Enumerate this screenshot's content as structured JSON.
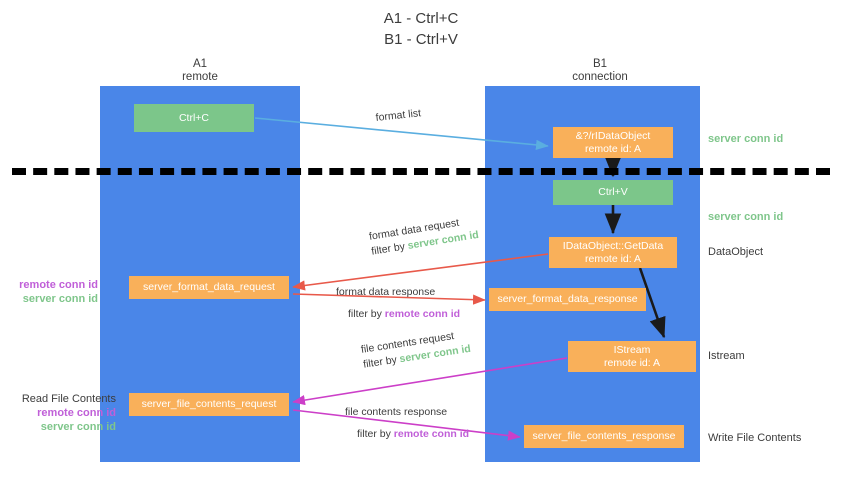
{
  "title": {
    "line1": "A1 - Ctrl+C",
    "line2": "B1 - Ctrl+V"
  },
  "columns": [
    {
      "name": "A1",
      "sub": "remote"
    },
    {
      "name": "B1",
      "sub": "connection"
    }
  ],
  "nodes": {
    "ctrl_c": {
      "label": "Ctrl+C",
      "color": "#7cc68a"
    },
    "ctrl_v": {
      "label": "Ctrl+V",
      "color": "#7cc68a"
    },
    "idataobject": {
      "label": "&?/rIDataObject",
      "sub": "remote id: A",
      "color": "#f9b05a"
    },
    "getdata": {
      "label": "IDataObject::GetData",
      "sub": "remote id: A",
      "color": "#f9b05a"
    },
    "istream": {
      "label": "IStream",
      "sub": "remote id: A",
      "color": "#f9b05a"
    },
    "server_format_data_request": {
      "label": "server_format_data_request",
      "color": "#f9b05a"
    },
    "server_format_data_response": {
      "label": "server_format_data_response",
      "color": "#f9b05a"
    },
    "server_file_contents_request": {
      "label": "server_file_contents_request",
      "color": "#f9b05a"
    },
    "server_file_contents_response": {
      "label": "server_file_contents_response",
      "color": "#f9b05a"
    }
  },
  "annotations": {
    "format_list": "format list",
    "format_data_request": "format data request",
    "format_data_request_filter_prefix": "filter by ",
    "format_data_request_filter_key": "server conn id",
    "format_data_response": "format data response",
    "format_data_response_filter_prefix": "filter by ",
    "format_data_response_filter_key": "remote conn id",
    "file_contents_request": "file contents request",
    "file_contents_request_filter_prefix": "filter by ",
    "file_contents_request_filter_key": "server conn id",
    "file_contents_response": "file contents response",
    "file_contents_response_filter_prefix": "filter by ",
    "file_contents_response_filter_key": "remote conn id"
  },
  "side_labels": {
    "server_conn_id_top": "server conn id",
    "server_conn_id_mid": "server conn id",
    "dataobject": "DataObject",
    "istream": "Istream",
    "write_file_contents": "Write File Contents",
    "read_file_contents": "Read File Contents",
    "remote_conn_id_a": "remote conn id",
    "server_conn_id_a": "server conn id",
    "remote_conn_id_b": "remote conn id",
    "server_conn_id_b": "server conn id"
  },
  "colors": {
    "lane": "#4a86e8",
    "green": "#7cc68a",
    "orange": "#f9b05a",
    "green_text": "#7fc68b",
    "purple_text": "#c05fd8",
    "red_arrow": "#e8594a",
    "magenta_arrow": "#cc3fc8",
    "blue_arrow": "#5aaee0",
    "dark_arrow": "#1a1a1a",
    "text": "#3c3c3c"
  }
}
